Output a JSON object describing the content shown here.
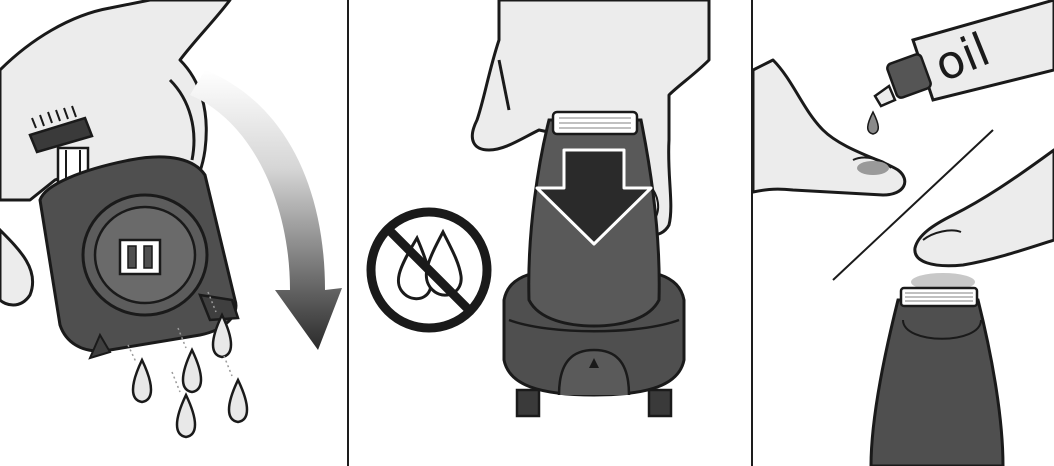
{
  "figure": {
    "panel_1": {
      "icon": "shaver-head-rinse"
    },
    "panel_2": {
      "icon": "no-water-prohibition"
    },
    "panel_3": {
      "icon": "oil-foil",
      "tube_label": "oil"
    }
  },
  "colors": {
    "outline": "#1a1a1a",
    "skin": "#ececec",
    "device_dark": "#4f4f4f",
    "device_mid": "#6a6a6a",
    "arrow_dark": "#2a2a2a",
    "droplet_fill": "#e8e8e8"
  }
}
